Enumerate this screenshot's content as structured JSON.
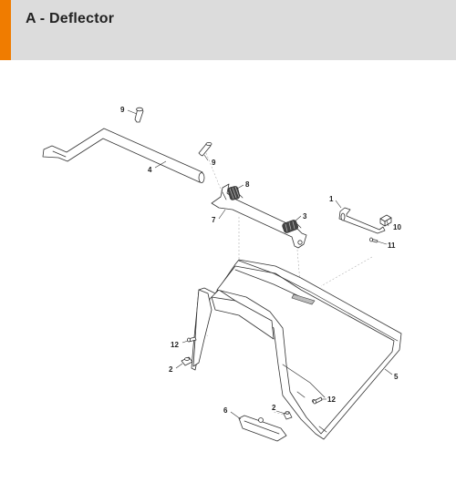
{
  "header": {
    "title": "A - Deflector",
    "accent_color": "#f07c00",
    "background_color": "#dcdcdc"
  },
  "diagram": {
    "callouts": [
      {
        "id": "c9a",
        "label": "9"
      },
      {
        "id": "c4",
        "label": "4"
      },
      {
        "id": "c9b",
        "label": "9"
      },
      {
        "id": "c8",
        "label": "8"
      },
      {
        "id": "c7",
        "label": "7"
      },
      {
        "id": "c3",
        "label": "3"
      },
      {
        "id": "c1",
        "label": "1"
      },
      {
        "id": "c10",
        "label": "10"
      },
      {
        "id": "c11",
        "label": "11"
      },
      {
        "id": "c12a",
        "label": "12"
      },
      {
        "id": "c2a",
        "label": "2"
      },
      {
        "id": "c5",
        "label": "5"
      },
      {
        "id": "c12b",
        "label": "12"
      },
      {
        "id": "c2b",
        "label": "2"
      },
      {
        "id": "c6",
        "label": "6"
      }
    ]
  }
}
